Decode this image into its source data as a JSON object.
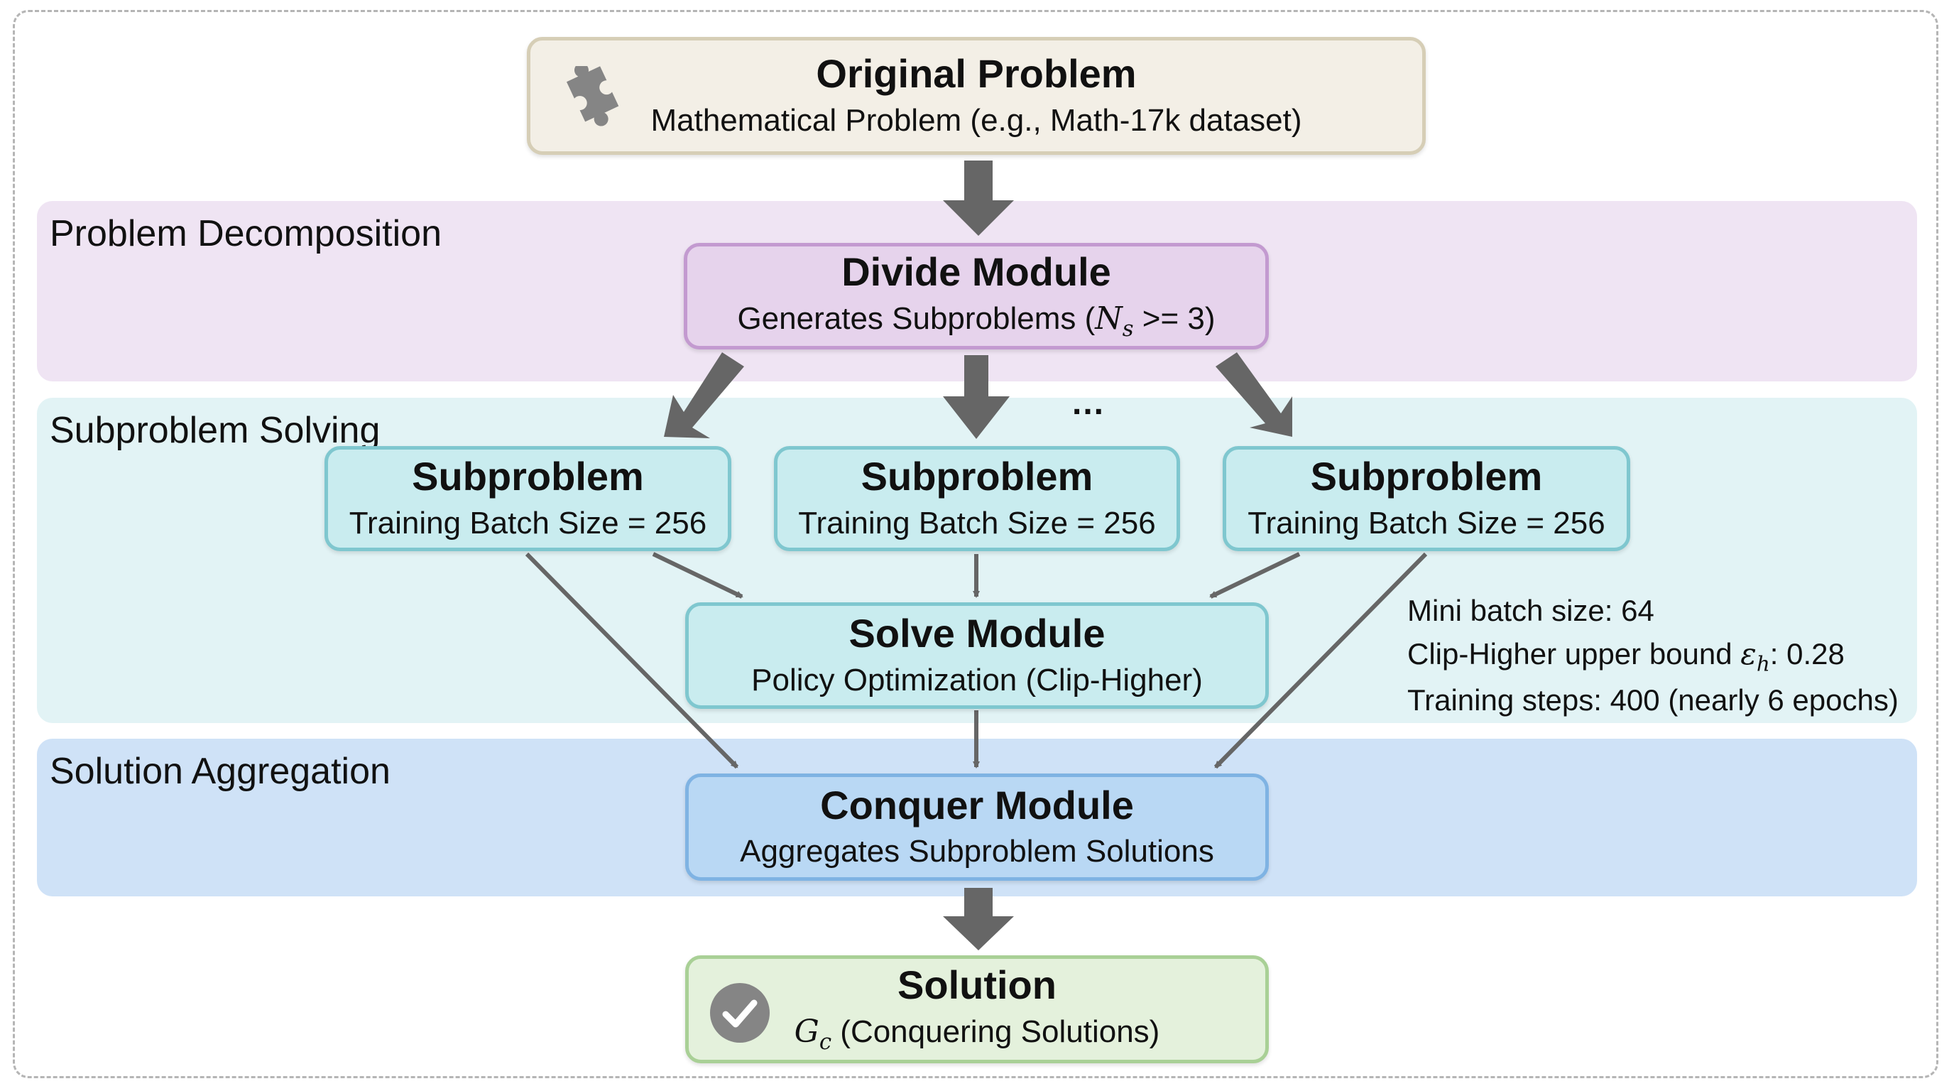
{
  "bands": [
    {
      "label": "Problem Decomposition",
      "color": "#efe4f3"
    },
    {
      "label": "Subproblem Solving",
      "color": "#e2f3f5"
    },
    {
      "label": "Solution Aggregation",
      "color": "#cfe2f7"
    }
  ],
  "original": {
    "title": "Original Problem",
    "subtitle": "Mathematical Problem (e.g., Math-17k dataset)",
    "icon": "puzzle-icon",
    "fill": "#f3efe6",
    "border": "#d6ceb6"
  },
  "divide": {
    "title": "Divide Module",
    "subtitle_prefix": "Generates Subproblems (",
    "math_var": "N",
    "math_sub": "s",
    "subtitle_suffix": " >= 3)",
    "fill": "#e6d3ec",
    "border": "#c39ad0"
  },
  "subproblems": [
    {
      "title": "Subproblem",
      "subtitle": "Training Batch Size = 256"
    },
    {
      "title": "Subproblem",
      "subtitle": "Training Batch Size = 256"
    },
    {
      "title": "Subproblem",
      "subtitle": "Training Batch Size = 256"
    }
  ],
  "subproblem_style": {
    "fill": "#c9ecef",
    "border": "#7fc7cf"
  },
  "ellipsis": "...",
  "solve": {
    "title": "Solve Module",
    "subtitle": "Policy Optimization (Clip-Higher)"
  },
  "notes": {
    "line1": "Mini batch size: 64",
    "line2_prefix": "Clip-Higher upper bound ",
    "line2_var": "ε",
    "line2_sub": "h",
    "line2_suffix": ": 0.28",
    "line3": "Training steps: 400 (nearly 6 epochs)"
  },
  "conquer": {
    "title": "Conquer Module",
    "subtitle": "Aggregates Subproblem Solutions",
    "fill": "#b9d8f4",
    "border": "#7fb3e3"
  },
  "solution": {
    "title": "Solution",
    "math_var": "G",
    "math_sub": "c",
    "subtitle_suffix": " (Conquering Solutions)",
    "icon": "check-circle-icon",
    "fill": "#e4f1dc",
    "border": "#a9d096"
  },
  "arrow_color": "#666666"
}
